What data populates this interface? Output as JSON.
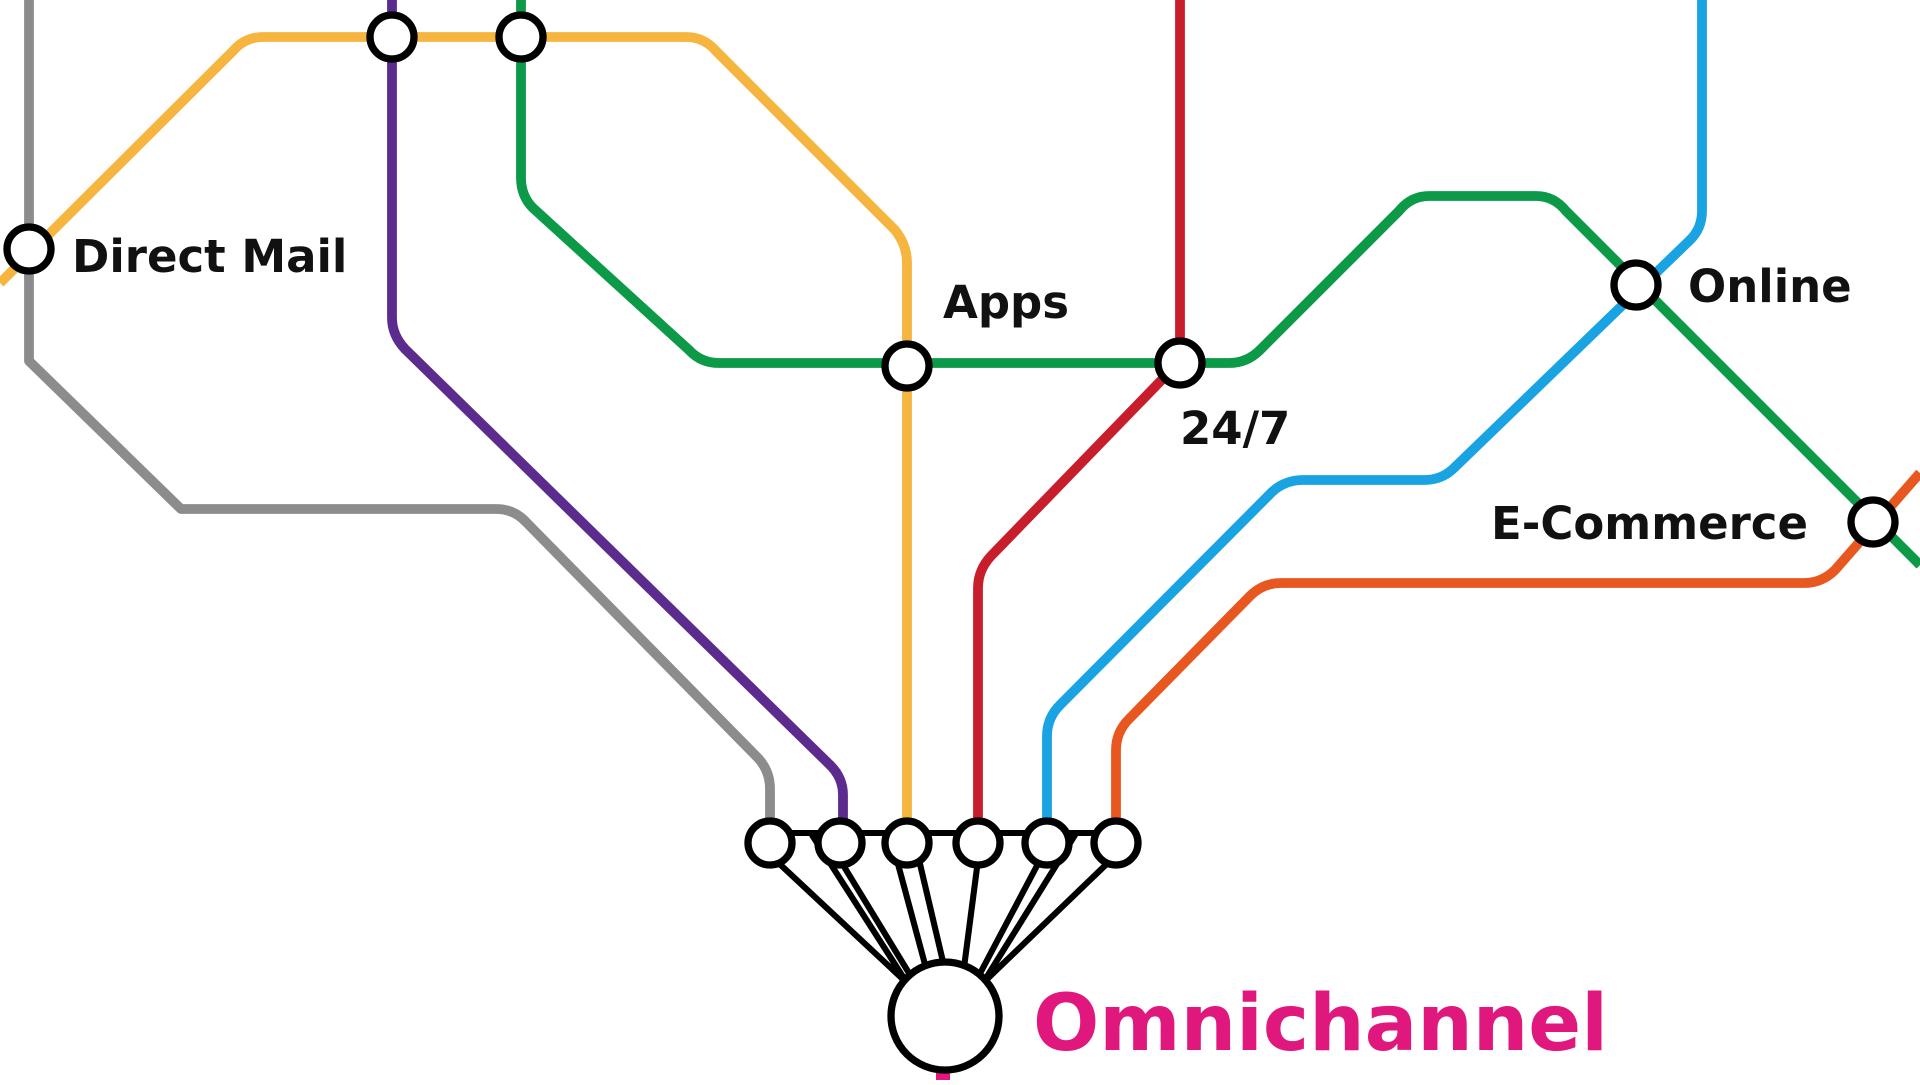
{
  "stations": {
    "direct_mail": "Direct Mail",
    "apps": "Apps",
    "hours": "24/7",
    "online": "Online",
    "ecommerce": "E-Commerce"
  },
  "hub": {
    "label": "Omnichannel",
    "color": "#e0187e"
  },
  "line_colors": {
    "gray": "#8c8c8c",
    "yellow": "#f6b53f",
    "purple": "#5b2c8e",
    "green": "#0c9a48",
    "red": "#c81e2c",
    "blue": "#1aa3e2",
    "orange": "#e8571f",
    "magenta": "#e0187e"
  }
}
